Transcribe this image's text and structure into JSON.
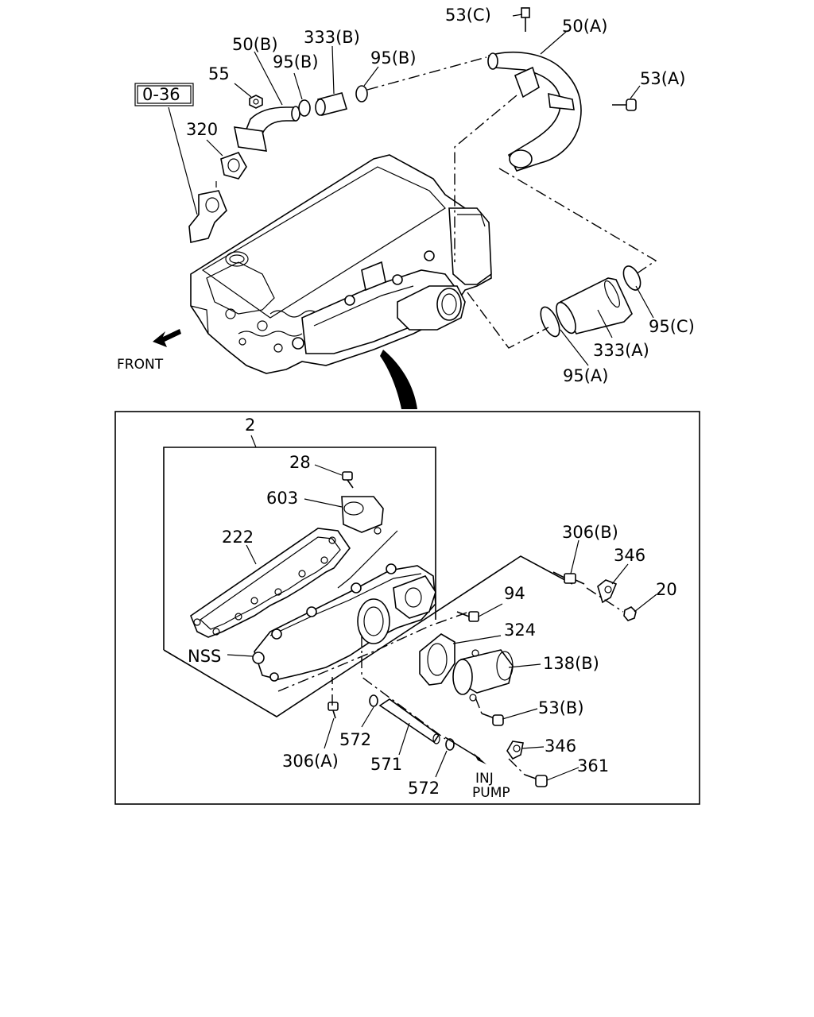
{
  "labels": {
    "ref_box": "0-36",
    "front": "FRONT",
    "p53c": "53(C)",
    "p50a": "50(A)",
    "p50b": "50(B)",
    "p333b": "333(B)",
    "p95b_1": "95(B)",
    "p95b_2": "95(B)",
    "p55": "55",
    "p53a": "53(A)",
    "p320": "320",
    "p95c": "95(C)",
    "p333a": "333(A)",
    "p95a": "95(A)",
    "p2": "2",
    "p28": "28",
    "p603": "603",
    "p222": "222",
    "p306b": "306(B)",
    "p346_1": "346",
    "p20": "20",
    "p94": "94",
    "p324": "324",
    "p138b": "138(B)",
    "nss": "NSS",
    "p53b": "53(B)",
    "p346_2": "346",
    "p361": "361",
    "p572_1": "572",
    "p571": "571",
    "p572_2": "572",
    "p306a": "306(A)",
    "inj": "INJ",
    "pump": "PUMP"
  }
}
